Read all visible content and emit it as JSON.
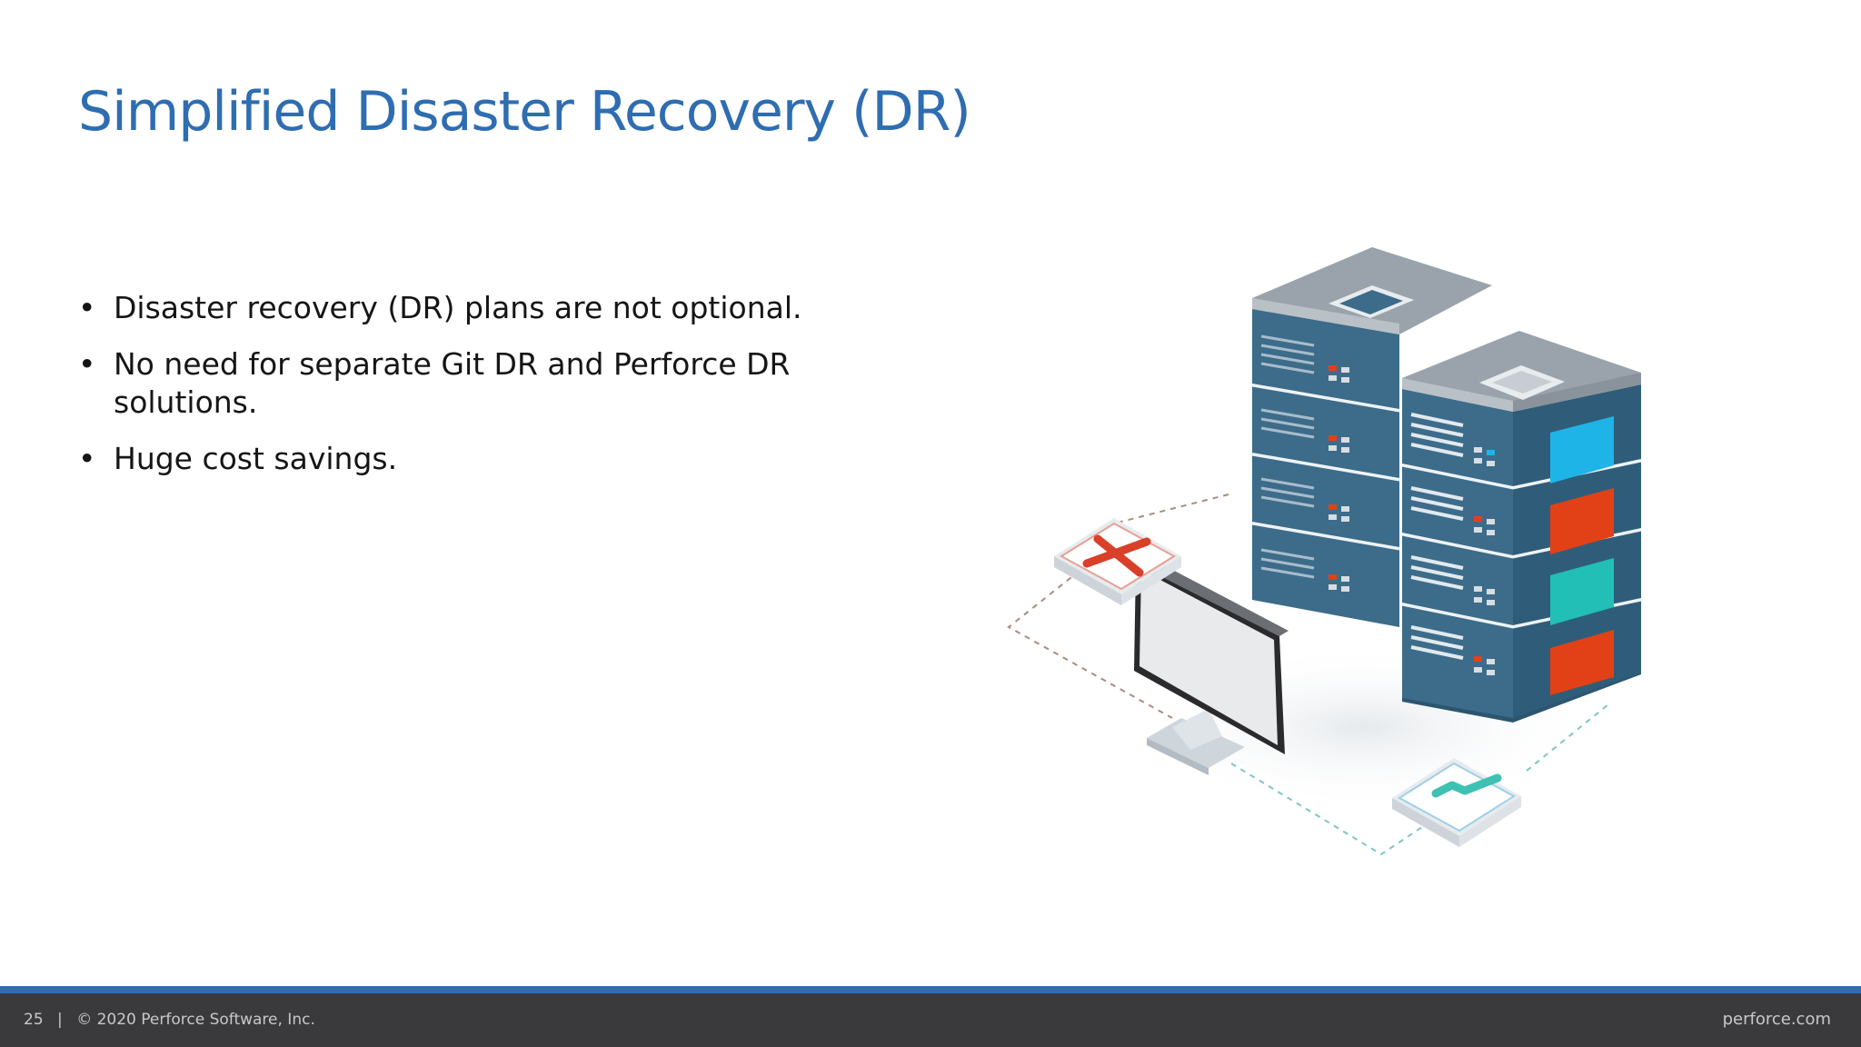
{
  "slide": {
    "title": "Simplified Disaster Recovery (DR)",
    "bullets": [
      "Disaster recovery (DR) plans are not optional.",
      "No need for separate Git DR and Perforce DR solutions.",
      "Huge cost savings."
    ],
    "bullet_symbol": "•"
  },
  "illustration": {
    "icons": [
      "server-stack-icon",
      "monitor-icon",
      "failure-x-icon",
      "success-check-icon"
    ],
    "colors": {
      "server_top": "#9aa3ab",
      "server_body": "#3c6c8a",
      "panel_blue": "#1eb4e8",
      "panel_red": "#e24117",
      "panel_teal": "#22bfb6",
      "fail_mark": "#d8402a",
      "check_mark": "#3fc1b2"
    }
  },
  "footer": {
    "page_number": "25",
    "separator": "|",
    "copyright": "© 2020 Perforce Software, Inc.",
    "website": "perforce.com",
    "bar_color": "#3a3a3d",
    "accent_color": "#2f6db1"
  }
}
